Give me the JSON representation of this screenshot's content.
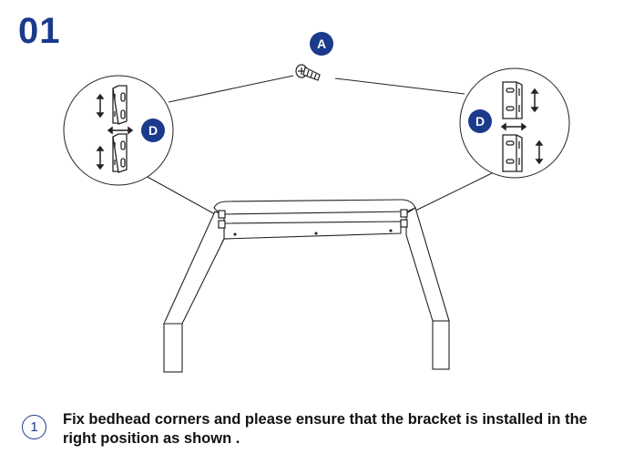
{
  "step": {
    "number": "01"
  },
  "parts": {
    "screw_label": "A",
    "bracket_label": "D"
  },
  "instruction": {
    "index": "1",
    "text": "Fix bedhead corners and please ensure that the bracket is installed in the right position as shown ."
  },
  "colors": {
    "accent": "#1b3a8c"
  }
}
